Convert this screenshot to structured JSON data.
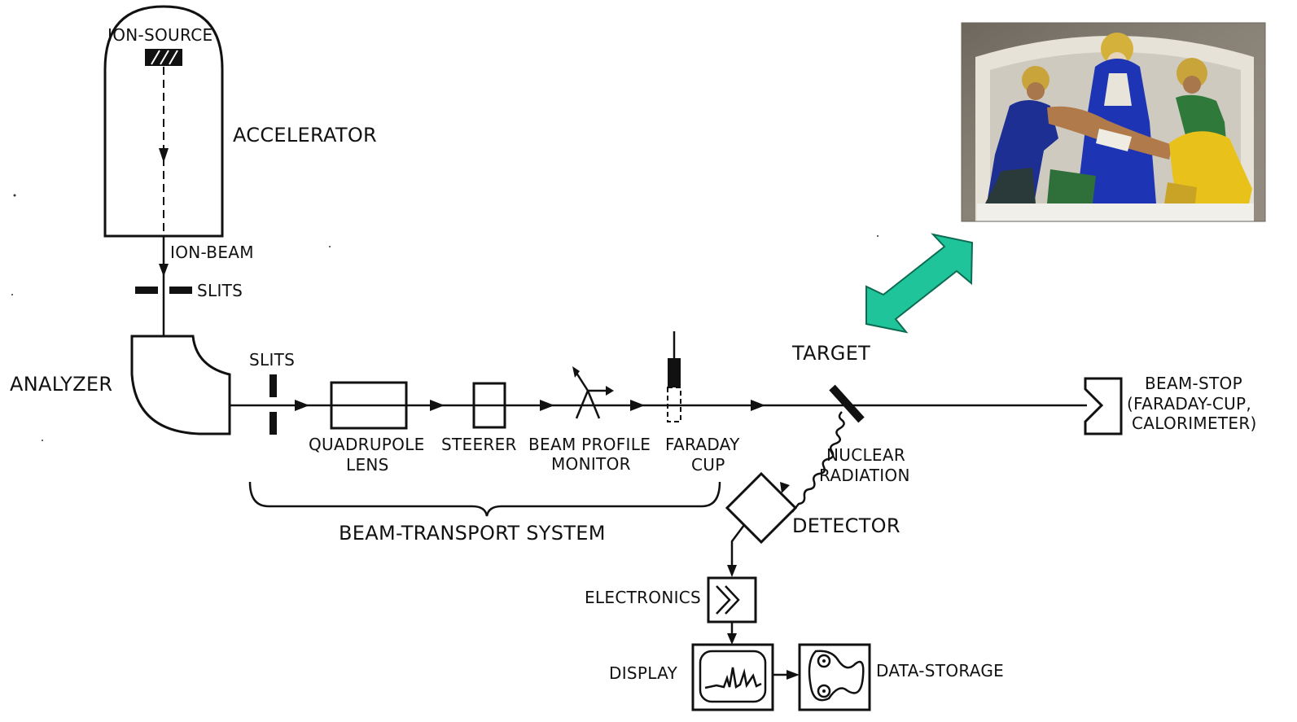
{
  "labels": {
    "ion_source": "ION-SOURCE",
    "accelerator": "ACCELERATOR",
    "ion_beam": "ION-BEAM",
    "slits_top": "SLITS",
    "analyzer": "ANALYZER",
    "slits_beam": "SLITS",
    "quadrupole_line1": "QUADRUPOLE",
    "quadrupole_line2": "LENS",
    "steerer": "STEERER",
    "beam_profile_line1": "BEAM PROFILE",
    "beam_profile_line2": "MONITOR",
    "faraday_line1": "FARADAY",
    "faraday_line2": "CUP",
    "beam_transport": "BEAM-TRANSPORT SYSTEM",
    "target": "TARGET",
    "nuclear_line1": "NUCLEAR",
    "nuclear_line2": "RADIATION",
    "detector": "DETECTOR",
    "electronics": "ELECTRONICS",
    "display": "DISPLAY",
    "data_storage": "DATA-STORAGE",
    "beam_stop_line1": "BEAM-STOP",
    "beam_stop_line2": "(FARADAY-CUP,",
    "beam_stop_line3": "CALORIMETER)"
  },
  "colors": {
    "line": "#111111",
    "arrow_accent": "#1fc49a",
    "arrow_outline": "#0d6b52",
    "photo_wall": "#e8e4dc",
    "photo_blue": "#1c2fa8",
    "photo_yellow": "#e8c21a",
    "photo_green": "#2f7a3a"
  },
  "photo": {
    "icon": "pieta-sculpture-photo"
  }
}
